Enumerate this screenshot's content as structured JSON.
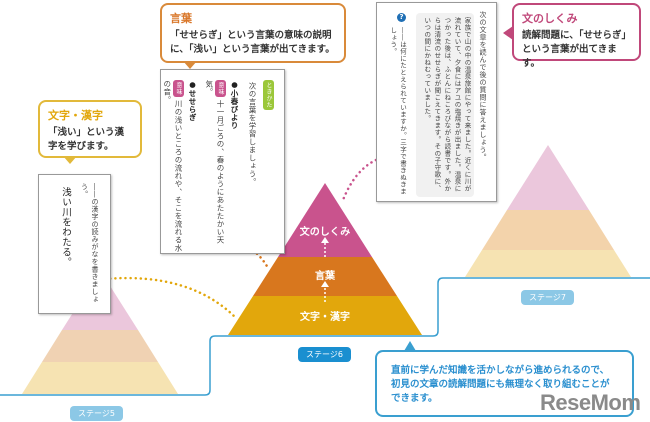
{
  "colors": {
    "line": "#3a9fd0",
    "magenta": "#c9538d",
    "orange": "#d8771e",
    "yellow": "#e2a70c",
    "callout_orange": "#d98a3a",
    "callout_yellow": "#e2b93a",
    "callout_pink": "#c0487a"
  },
  "callouts": {
    "kotoba": {
      "title": "言葉",
      "text": "「せせらぎ」という言葉の意味の説明に、「浅い」という言葉が出てきます。"
    },
    "moji": {
      "title": "文字・漢字",
      "text": "「浅い」という漢字を学びます。"
    },
    "shikumi": {
      "title": "文のしくみ",
      "text": "読解問題に、「せせらぎ」という言葉が出てきます。"
    },
    "bottom": {
      "text": "直前に学んだ知識を活かしながら進められるので、初見の文章の読解問題にも無理なく取り組むことができます。"
    }
  },
  "cards": {
    "moji": {
      "instruction": "――の漢字の読みがなを書きましょう。",
      "sentence": "浅い川をわたる。"
    },
    "kotoba": {
      "tag": "ときかた",
      "instruction": "次の言葉を学習しましょう。",
      "word1": "●小春びより",
      "meaning_tag": "意味",
      "meaning1": "十一月ごろの、春のようにあたたかい天気。",
      "word2": "●せせらぎ",
      "meaning2": "川の浅いところの流れや、そこを流れる水の音。"
    },
    "shikumi": {
      "instruction": "次の文章を読んで後の質問に答えましょう。",
      "passage": "家族で山の中の温泉旅館にやって来ました。近くに川が流れていて、夕食にはアユの塩焼きが出ました。温泉につかった後は、ふとんにねころびながら読書です。外からは清流のせせらぎが聞こえてきます。その子守歌に、いつの間にかねむっていました。",
      "q_icon": "?",
      "question": "――は何にたとえられていますか。三字で書きぬきましょう。"
    }
  },
  "pyramid": {
    "top": "文のしくみ",
    "middle": "言葉",
    "bottom": "文字・漢字"
  },
  "stages": [
    "ステージ5",
    "ステージ6",
    "ステージ7"
  ],
  "logo": "ReseMom"
}
